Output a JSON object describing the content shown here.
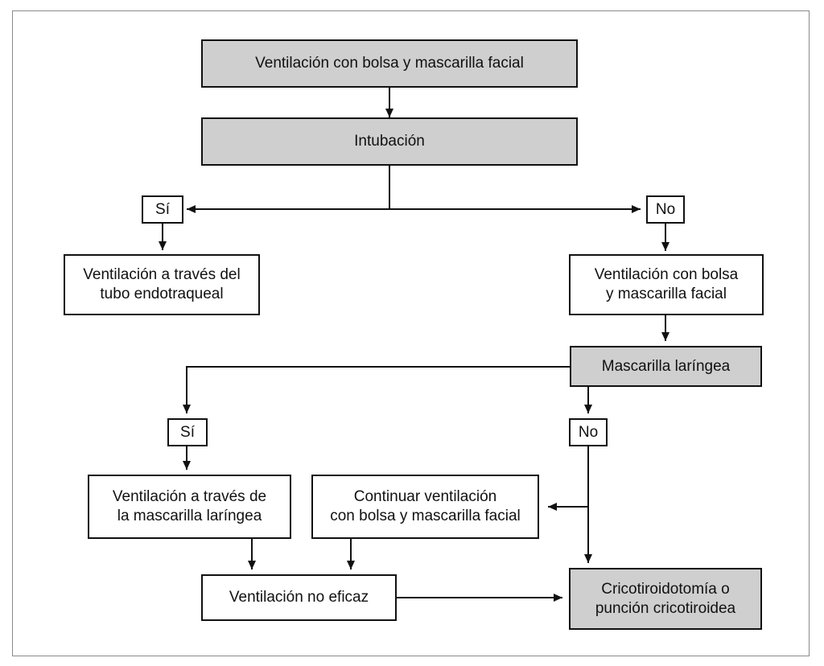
{
  "nodes": {
    "bag_mask_top": "Ventilación con bolsa y mascarilla facial",
    "intubation": "Intubación",
    "yes_1": "Sí",
    "no_1": "No",
    "ett_ventilation": [
      "Ventilación a través del",
      "tubo endotraqueal"
    ],
    "bag_mask_right": [
      "Ventilación con bolsa",
      "y mascarilla facial"
    ],
    "laryngeal_mask": "Mascarilla laríngea",
    "yes_2": "Sí",
    "no_2": "No",
    "lma_ventilation": [
      "Ventilación a través de",
      "la mascarilla laríngea"
    ],
    "continue_bag_mask": [
      "Continuar ventilación",
      "con bolsa y mascarilla facial"
    ],
    "ineffective": "Ventilación no eficaz",
    "cricothyroid": [
      "Cricotiroidotomía o",
      "punción cricotiroidea"
    ]
  },
  "colors": {
    "shaded_box": "#cfcfcf",
    "line": "#111111",
    "frame": "#8a8a8a"
  }
}
